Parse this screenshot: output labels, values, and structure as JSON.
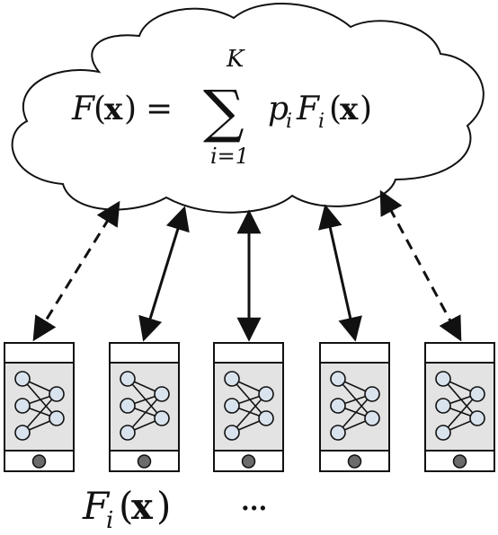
{
  "server": {
    "formula": {
      "lhs_func": "F",
      "lhs_arg": "x",
      "equals": "=",
      "sum_symbol": "∑",
      "sum_upper": "K",
      "sum_lower": "i=1",
      "weight": "p",
      "weight_sub": "i",
      "local_func": "F",
      "local_sub": "i",
      "local_arg": "x"
    }
  },
  "devices": [
    {
      "link": "dashed"
    },
    {
      "link": "solid"
    },
    {
      "link": "solid"
    },
    {
      "link": "solid"
    },
    {
      "link": "dashed"
    }
  ],
  "caption": {
    "func": "F",
    "sub": "i",
    "arg": "x",
    "ellipsis": "..."
  },
  "colors": {
    "node_fill": "#d9e3ee",
    "screen_fill": "#e3e3e3",
    "button_fill": "#6b6b6b",
    "line": "#111111"
  }
}
